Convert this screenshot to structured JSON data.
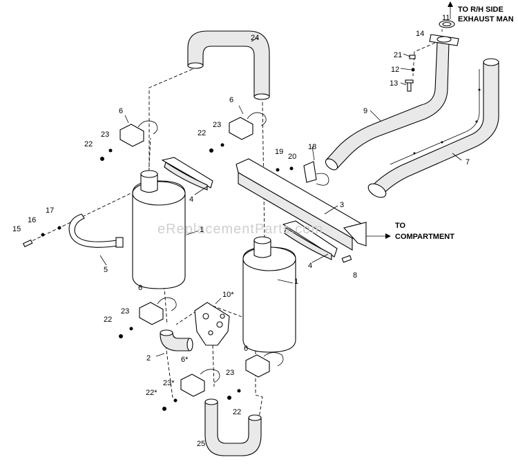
{
  "callouts": {
    "c1a": "1",
    "c1b": "1",
    "c2": "2",
    "c3": "3",
    "c4a": "4",
    "c4b": "4",
    "c5": "5",
    "c6a": "6",
    "c6b": "6",
    "c6c": "6",
    "c6d": "6",
    "c6e": "6*",
    "c7": "7",
    "c8": "8",
    "c9": "9",
    "c10": "10*",
    "c11": "11",
    "c12": "12",
    "c13": "13",
    "c14": "14",
    "c15": "15",
    "c16": "16",
    "c17": "17",
    "c18": "18",
    "c19": "19",
    "c20": "20",
    "c21": "21",
    "c22a": "22",
    "c22b": "22",
    "c22c": "22",
    "c22d": "22",
    "c22e": "22*",
    "c23a": "23",
    "c23b": "23",
    "c23c": "23",
    "c23d": "23",
    "c23e": "23*",
    "c24": "24",
    "c25": "25"
  },
  "notes": {
    "rh_side_line1": "TO R/H SIDE",
    "rh_side_line2": "EXHAUST MAN",
    "to_compartment_line1": "TO",
    "to_compartment_line2": "COMPARTMENT"
  },
  "watermark": "eReplacementParts.com"
}
